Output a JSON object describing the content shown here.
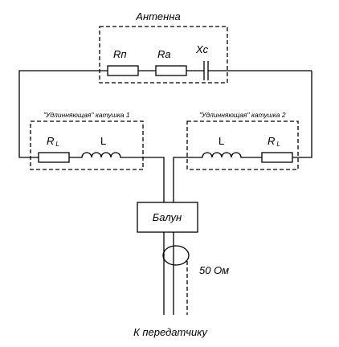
{
  "antenna": {
    "title": "Антенна",
    "rp": "Rп",
    "ra": "Ra",
    "xc": "Xc"
  },
  "coil1": {
    "caption": "\"Удлинняющая\" катушка 1",
    "rl_main": "R",
    "rl_sub": "L",
    "l": "L"
  },
  "coil2": {
    "caption": "\"Удлинняющая\" катушка 2",
    "l": "L",
    "rl_main": "R",
    "rl_sub": "L"
  },
  "balun": {
    "label": "Балун"
  },
  "feedline": {
    "impedance": "50 Ом"
  },
  "transmitter": {
    "label": "К передатчику"
  }
}
